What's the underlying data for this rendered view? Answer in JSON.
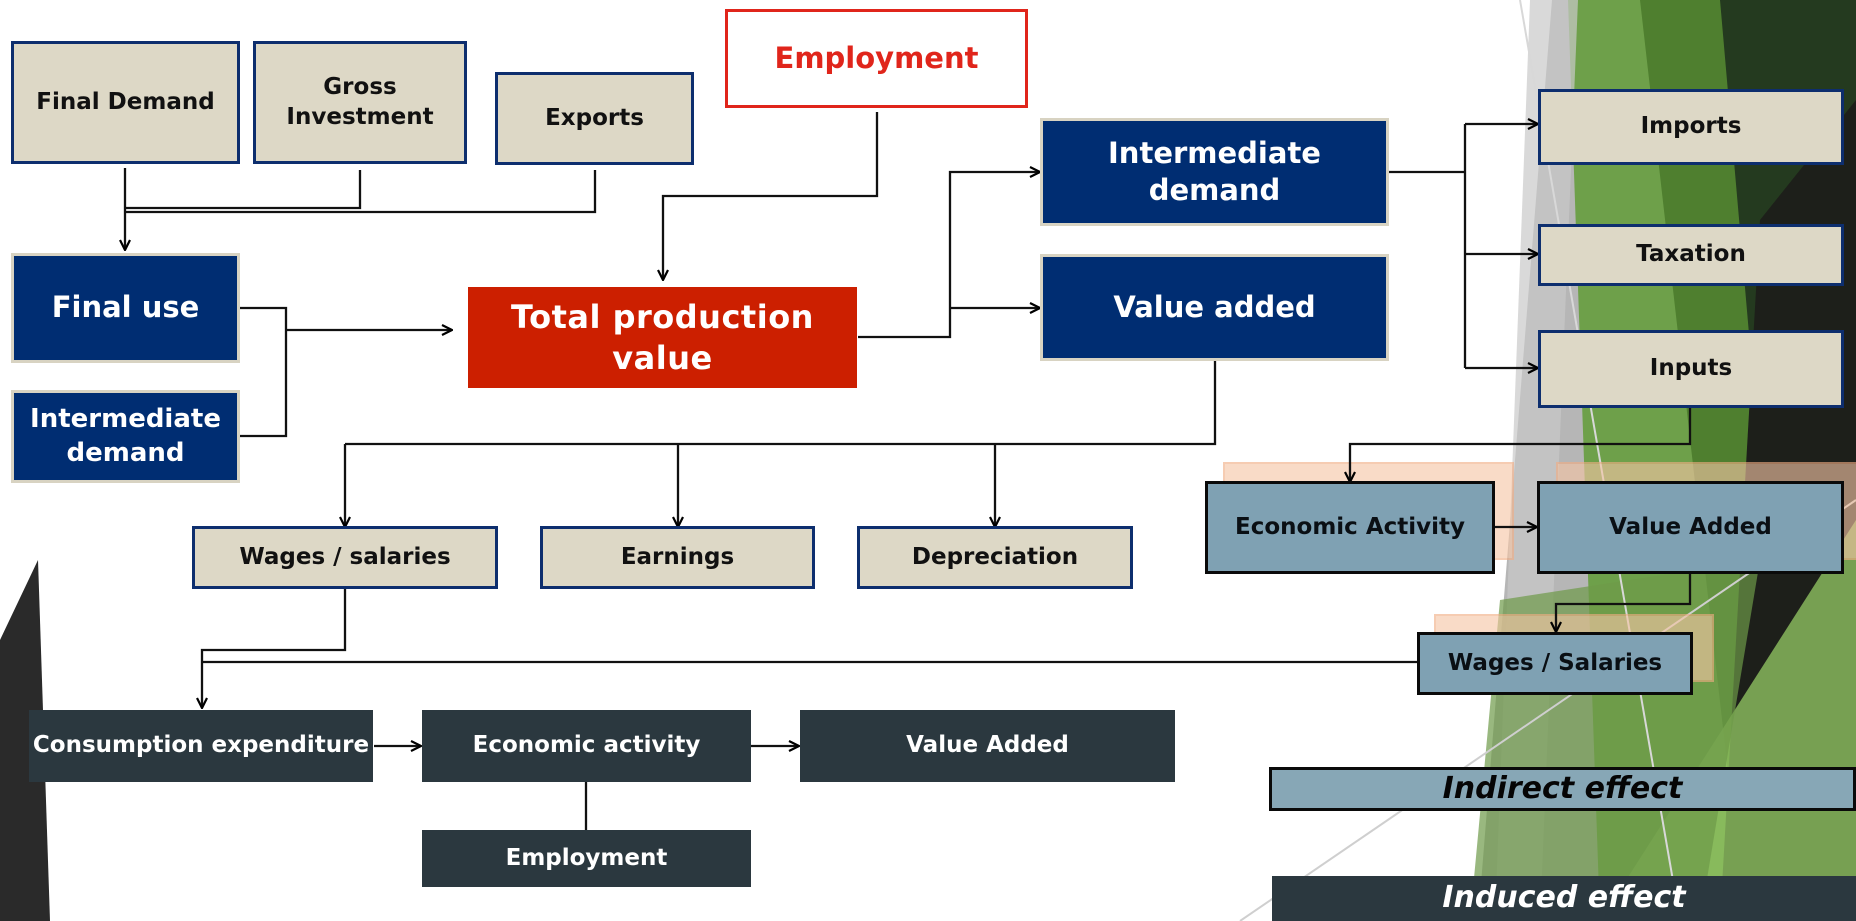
{
  "top": {
    "final_demand": "Final Demand",
    "gross_investment": "Gross Investment",
    "exports": "Exports",
    "employment": "Employment"
  },
  "left": {
    "final_use": "Final use",
    "intermediate_demand": "Intermediate demand"
  },
  "center": {
    "total_production_value": "Total production value"
  },
  "right": {
    "intermediate_demand": "Intermediate demand",
    "value_added": "Value added",
    "imports": "Imports",
    "taxation": "Taxation",
    "inputs": "Inputs"
  },
  "distribution": {
    "wages_salaries": "Wages / salaries",
    "earnings": "Earnings",
    "depreciation": "Depreciation"
  },
  "indirect": {
    "economic_activity": "Economic Activity",
    "value_added": "Value Added",
    "wages_salaries": "Wages / Salaries"
  },
  "induced": {
    "consumption_expenditure": "Consumption expenditure",
    "economic_activity": "Economic activity",
    "value_added": "Value Added",
    "employment": "Employment"
  },
  "legend": {
    "indirect_effect": "Indirect effect",
    "induced_effect": "Induced effect"
  },
  "colors": {
    "beige": "#ddd8c6",
    "navy": "#002d72",
    "red": "#cc1f00",
    "steel": "#7fa1b3",
    "dark": "#2b383f",
    "green": "#6ea04a"
  }
}
